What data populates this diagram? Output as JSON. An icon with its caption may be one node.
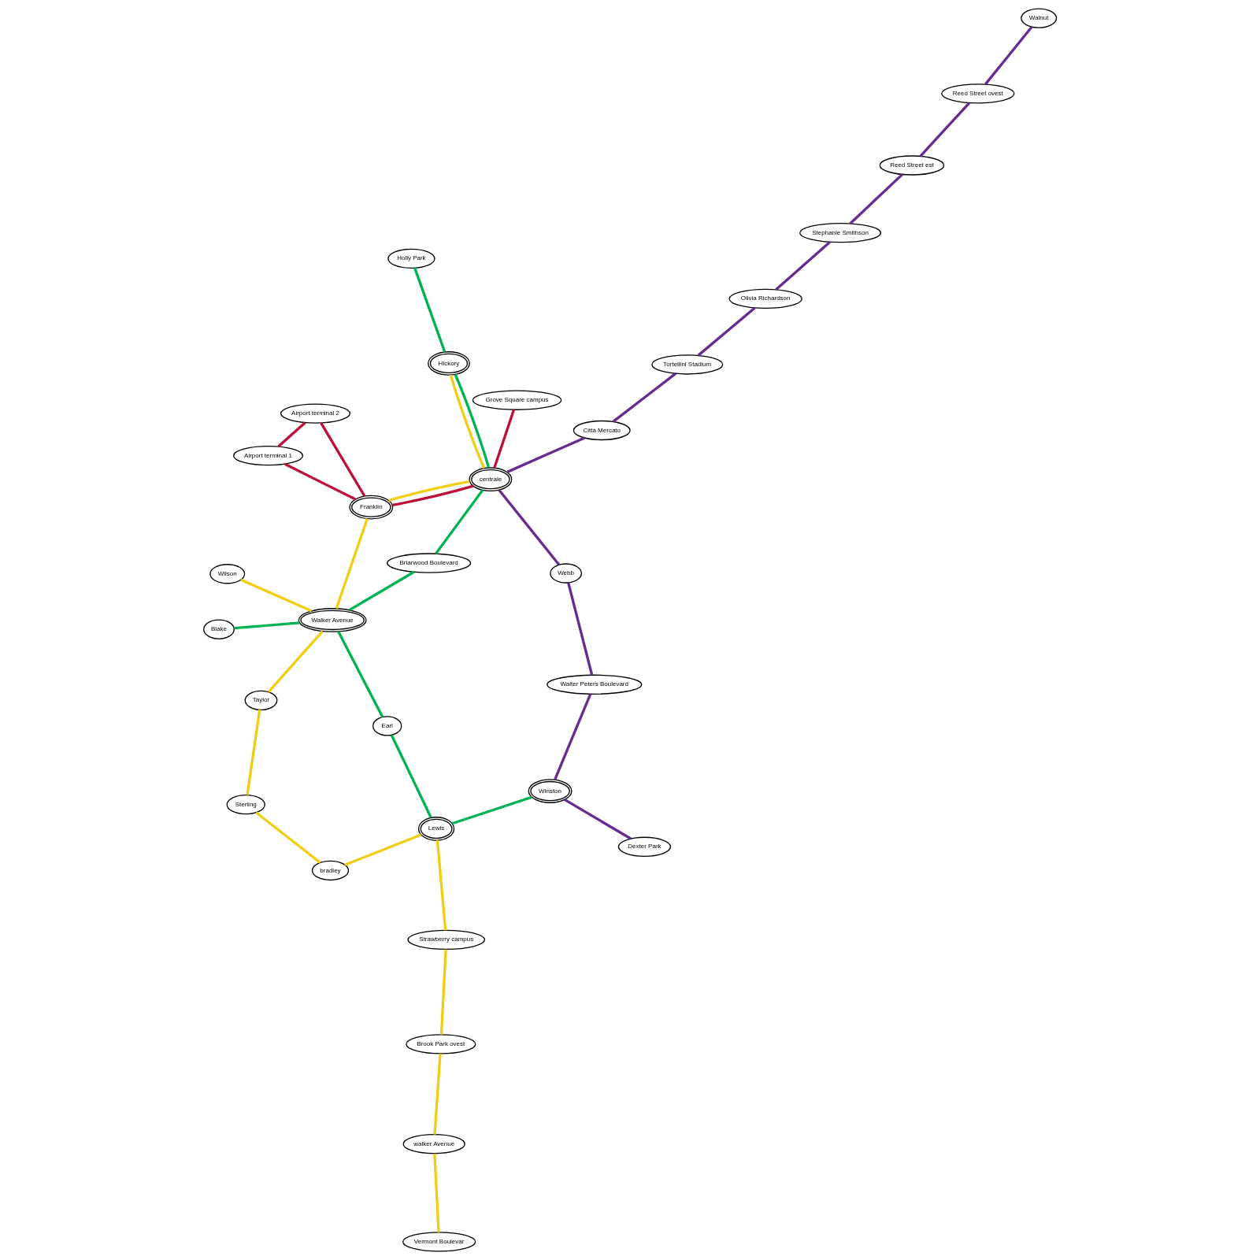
{
  "diagram": {
    "nodes": [
      {
        "text": [
          "Brook Park ovest"
        ]
      },
      {
        "text": [
          "Strawberry campus"
        ]
      },
      {
        "text": [
          "Dexter Park"
        ]
      },
      {
        "text": [
          "Wilson"
        ]
      },
      {
        "text": [
          "Vermont Boulevar"
        ]
      },
      {
        "text": [
          "Earl"
        ]
      },
      {
        "text": [
          "bradley"
        ]
      },
      {
        "text": [
          "walker Avenue"
        ]
      },
      {
        "text": [
          "Lewis"
        ]
      },
      {
        "text": [
          "Winston"
        ]
      },
      {
        "text": [
          "Briarwood Boulevard"
        ]
      },
      {
        "text": [
          "Sterling"
        ]
      },
      {
        "text": [
          "Taylor"
        ]
      },
      {
        "text": [
          "Blake"
        ]
      },
      {
        "text": [
          "Walker Avenue"
        ]
      },
      {
        "text": [
          "Walter Peters Boulevard"
        ]
      },
      {
        "text": [
          "Webb"
        ]
      },
      {
        "text": [
          "Airport terminal 2"
        ]
      },
      {
        "text": [
          "Grove Square campus"
        ]
      },
      {
        "text": [
          "Franklin"
        ]
      },
      {
        "text": [
          "centrale"
        ]
      },
      {
        "text": [
          "Airport terminal 1"
        ]
      },
      {
        "text": [
          "Holly Park"
        ]
      },
      {
        "text": [
          "Hickory"
        ]
      },
      {
        "text": [
          "Città Mercato"
        ]
      },
      {
        "text": [
          "Tortellini Stadium"
        ]
      },
      {
        "text": [
          "Reed Street est"
        ]
      },
      {
        "text": [
          "Reed Street ovest"
        ]
      },
      {
        "text": [
          "Olivia Richardson"
        ]
      },
      {
        "text": [
          "Stephanie Smithson"
        ]
      },
      {
        "text": [
          "Walnut"
        ]
      }
    ],
    "edges": [
      {
        "from": 4,
        "to": 7,
        "arrow": "none",
        "color": "#f0ce15"
      },
      {
        "from": 7,
        "to": 0,
        "arrow": "none",
        "color": "#f0ce15"
      },
      {
        "from": 0,
        "to": 1,
        "arrow": "none",
        "color": "#f0ce15"
      },
      {
        "from": 1,
        "to": 8,
        "arrow": "none",
        "color": "#f0ce15"
      },
      {
        "from": 8,
        "to": 6,
        "arrow": "none",
        "color": "#f0ce15"
      },
      {
        "from": 6,
        "to": 11,
        "arrow": "none",
        "color": "#f0ce15"
      },
      {
        "from": 11,
        "to": 12,
        "arrow": "none",
        "color": "#f0ce15"
      },
      {
        "from": 12,
        "to": 14,
        "arrow": "none",
        "color": "#f0ce15"
      },
      {
        "from": 3,
        "to": 14,
        "arrow": "none",
        "color": "#f0ce15"
      },
      {
        "from": 14,
        "to": 19,
        "arrow": "none",
        "color": "#f0ce15"
      },
      {
        "from": 19,
        "to": 20,
        "arrow": "none",
        "color": "#f0ce15"
      },
      {
        "from": 20,
        "to": 23,
        "arrow": "none",
        "color": "#f0ce15"
      },
      {
        "from": 9,
        "to": 8,
        "arrow": "none",
        "color": "#00b251"
      },
      {
        "from": 8,
        "to": 5,
        "arrow": "none",
        "color": "#00b251"
      },
      {
        "from": 5,
        "to": 14,
        "arrow": "none",
        "color": "#00b251"
      },
      {
        "from": 13,
        "to": 14,
        "arrow": "none",
        "color": "#00b251"
      },
      {
        "from": 14,
        "to": 10,
        "arrow": "none",
        "color": "#00b251"
      },
      {
        "from": 10,
        "to": 20,
        "arrow": "none",
        "color": "#00b251"
      },
      {
        "from": 20,
        "to": 23,
        "arrow": "none",
        "color": "#00b251"
      },
      {
        "from": 23,
        "to": 22,
        "arrow": "none",
        "color": "#00b251"
      },
      {
        "from": 17,
        "to": 21,
        "arrow": "none",
        "color": "#bd1038"
      },
      {
        "from": 17,
        "to": 19,
        "arrow": "none",
        "color": "#bd1038"
      },
      {
        "from": 21,
        "to": 19,
        "arrow": "none",
        "color": "#bd1038"
      },
      {
        "from": 19,
        "to": 20,
        "arrow": "none",
        "color": "#bd1038"
      },
      {
        "from": 20,
        "to": 18,
        "arrow": "none",
        "color": "#bd1038"
      },
      {
        "from": 2,
        "to": 9,
        "arrow": "none",
        "color": "#662c90"
      },
      {
        "from": 9,
        "to": 15,
        "arrow": "none",
        "color": "#662c90"
      },
      {
        "from": 15,
        "to": 16,
        "arrow": "none",
        "color": "#662c90"
      },
      {
        "from": 16,
        "to": 20,
        "arrow": "none",
        "color": "#662c90"
      },
      {
        "from": 20,
        "to": 24,
        "arrow": "none",
        "color": "#662c90"
      },
      {
        "from": 24,
        "to": 25,
        "arrow": "none",
        "color": "#662c90"
      },
      {
        "from": 25,
        "to": 28,
        "arrow": "none",
        "color": "#662c90"
      },
      {
        "from": 28,
        "to": 29,
        "arrow": "none",
        "color": "#662c90"
      },
      {
        "from": 29,
        "to": 26,
        "arrow": "none",
        "color": "#662c90"
      },
      {
        "from": 26,
        "to": 27,
        "arrow": "none",
        "color": "#662c90"
      },
      {
        "from": 27,
        "to": 30,
        "arrow": "none",
        "color": "#662c90"
      }
    ]
  }
}
